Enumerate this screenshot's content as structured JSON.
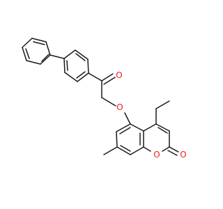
{
  "structure": {
    "kind": "skeletal-formula",
    "colors": {
      "background": "#ffffff",
      "carbon_bond": "#1a1a1a",
      "oxygen": "#e8211a"
    },
    "atom_labels": {
      "ketone_oxygen": "O",
      "ether_oxygen": "O",
      "ring_oxygen": "O",
      "lactone_carbonyl_oxygen": "O"
    }
  }
}
